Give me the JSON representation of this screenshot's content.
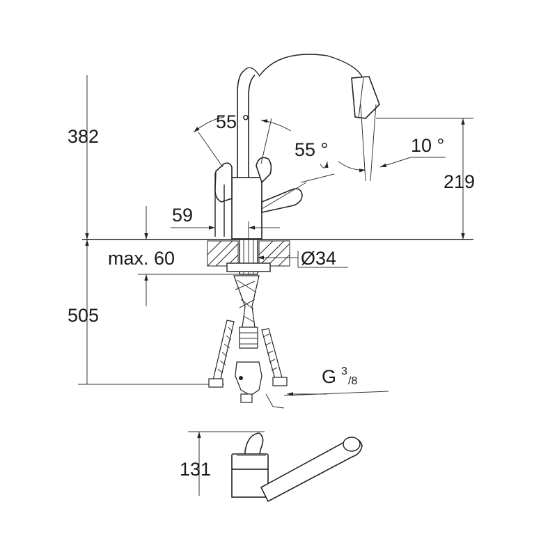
{
  "dimensions": {
    "height_total": "382",
    "angle_lever_left": "55 °",
    "angle_lever_right": "55 °",
    "angle_spout": "10 °",
    "height_spout": "219",
    "base_offset": "59",
    "max_thickness": "max. 60",
    "hole_diameter": "Ø34",
    "hose_length": "505",
    "thread_prefix": "G",
    "thread_num": "3",
    "thread_den": "/8",
    "top_view_height": "131"
  }
}
